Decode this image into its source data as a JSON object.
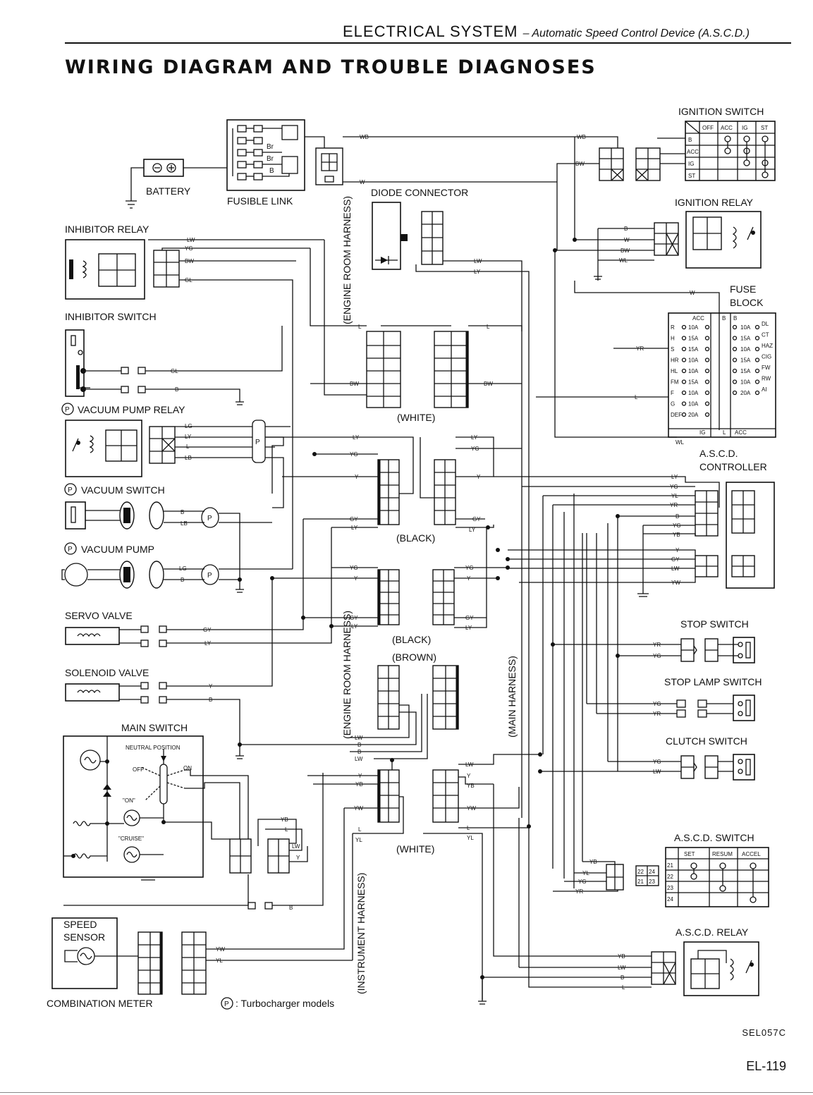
{
  "header": {
    "section": "ELECTRICAL SYSTEM",
    "subsection": "– Automatic Speed Control Device (A.S.C.D.)",
    "title": "WIRING DIAGRAM AND TROUBLE DIAGNOSES"
  },
  "components": {
    "battery": "BATTERY",
    "fusible_link": "FUSIBLE LINK",
    "fusible_link_wire_1": "Br",
    "fusible_link_wire_2": "Br",
    "fusible_link_wire_3": "B",
    "diode_connector": "DIODE CONNECTOR",
    "ignition_switch": "IGNITION SWITCH",
    "ignition_relay": "IGNITION RELAY",
    "fuse_block": "FUSE BLOCK",
    "inhibitor_relay": "INHIBITOR RELAY",
    "inhibitor_switch": "INHIBITOR SWITCH",
    "vacuum_pump_relay": "VACUUM PUMP RELAY",
    "vacuum_switch": "VACUUM SWITCH",
    "vacuum_pump": "VACUUM PUMP",
    "servo_valve": "SERVO VALVE",
    "solenoid_valve": "SOLENOID VALVE",
    "main_switch": "MAIN SWITCH",
    "ascd_controller": "A.S.C.D. CONTROLLER",
    "stop_switch": "STOP SWITCH",
    "stop_lamp_switch": "STOP LAMP SWITCH",
    "clutch_switch": "CLUTCH SWITCH",
    "ascd_switch": "A.S.C.D. SWITCH",
    "ascd_relay": "A.S.C.D. RELAY",
    "speed_sensor": "SPEED SENSOR",
    "combination_meter": "COMBINATION METER"
  },
  "harness_labels": {
    "engine_room_top": "(ENGINE ROOM HARNESS)",
    "engine_room_bottom": "(ENGINE ROOM HARNESS)",
    "main": "(MAIN HARNESS)",
    "instrument": "(INSTRUMENT HARNESS)"
  },
  "connector_labels": {
    "white_1": "(WHITE)",
    "black_1": "(BLACK)",
    "black_2": "(BLACK)",
    "brown": "(BROWN)",
    "white_2": "(WHITE)",
    "p_marker": "P"
  },
  "ignition_switch_table": {
    "columns": [
      "OFF",
      "ACC",
      "IG",
      "ST"
    ],
    "rows": [
      "B",
      "ACC",
      "IG",
      "ST"
    ]
  },
  "fuse_block_table": {
    "header_left": "ACC",
    "header_mid": "B",
    "header_right": "B",
    "left_fuses": [
      {
        "name": "R",
        "rating": "10A"
      },
      {
        "name": "H",
        "rating": "15A"
      },
      {
        "name": "S",
        "rating": "15A"
      },
      {
        "name": "HR",
        "rating": "10A"
      },
      {
        "name": "HL",
        "rating": "10A"
      },
      {
        "name": "FM",
        "rating": "15A"
      },
      {
        "name": "F",
        "rating": "10A"
      },
      {
        "name": "G",
        "rating": "10A"
      },
      {
        "name": "DEF",
        "rating": "20A"
      }
    ],
    "right_fuses": [
      {
        "name": "DL",
        "rating": "10A"
      },
      {
        "name": "CT",
        "rating": "15A"
      },
      {
        "name": "HAZ",
        "rating": "10A"
      },
      {
        "name": "CIG",
        "rating": "15A"
      },
      {
        "name": "FW",
        "rating": "15A"
      },
      {
        "name": "RW",
        "rating": "10A"
      },
      {
        "name": "AI",
        "rating": "20A"
      }
    ],
    "footer_ig": "IG",
    "footer_l": "L",
    "footer_acc": "ACC"
  },
  "main_switch_labels": {
    "neutral": "NEUTRAL POSITION",
    "off": "OFF",
    "on": "ON",
    "on_quoted": "\"ON\"",
    "cruise": "\"CRUISE\""
  },
  "ascd_switch_table": {
    "columns": [
      "SET",
      "RESUM",
      "ACCEL"
    ],
    "rows": [
      "21",
      "22",
      "23",
      "24"
    ],
    "connector_pins": [
      "22",
      "24",
      "21",
      "23"
    ]
  },
  "wire_codes": {
    "wb_top": "WB",
    "wb_right": "WB",
    "w_top": "W",
    "bw_ign": "BW",
    "ign_relay": [
      "B",
      "W",
      "BW",
      "WL"
    ],
    "inh_relay": [
      "LW",
      "YG",
      "BW",
      "GL"
    ],
    "inh_switch": [
      "GL",
      "B"
    ],
    "diode": [
      "LW",
      "LY"
    ],
    "fuse_w": "W",
    "fuse_yr": "YR",
    "fuse_l": "L",
    "fuse_wl": "WL",
    "white_conn": [
      "L",
      "L",
      "BW",
      "BW"
    ],
    "vpr": [
      "LG",
      "LY",
      "L",
      "LB"
    ],
    "vsw": [
      "B",
      "LB"
    ],
    "vpump": [
      "LG",
      "B"
    ],
    "servo": [
      "GY",
      "LY"
    ],
    "solenoid": [
      "Y",
      "B"
    ],
    "black1": [
      "LY",
      "YG",
      "Y",
      "GY",
      "LY",
      "LY",
      "YG",
      "Y",
      "GY",
      "LY"
    ],
    "black2": [
      "YG",
      "Y",
      "GY",
      "LY",
      "YG",
      "Y",
      "GY",
      "LY"
    ],
    "controller": [
      "LY",
      "YG",
      "YL",
      "YR",
      "B",
      "YG",
      "YB",
      "Y",
      "GY",
      "LW",
      "YW"
    ],
    "stop": [
      "YR",
      "YG"
    ],
    "stoplamp": [
      "YG",
      "YR"
    ],
    "clutch": [
      "YG",
      "LW"
    ],
    "brown_bottom": [
      "LW",
      "B",
      "B",
      "LW"
    ],
    "white2": [
      "Y",
      "YB",
      "YW",
      "L",
      "YL",
      "LW",
      "Y",
      "YB",
      "YW",
      "L",
      "YL"
    ],
    "main_sw": [
      "YB",
      "L",
      "LW",
      "Y",
      "B"
    ],
    "ascd_sw": [
      "YB",
      "YL",
      "YG",
      "YR"
    ],
    "ascd_relay": [
      "YB",
      "LW",
      "B",
      "L"
    ],
    "meter": [
      "YW",
      "YL"
    ]
  },
  "legend": {
    "symbol": "P",
    "text": ": Turbocharger models"
  },
  "footer": {
    "figure_code": "SEL057C",
    "page": "EL-119"
  }
}
